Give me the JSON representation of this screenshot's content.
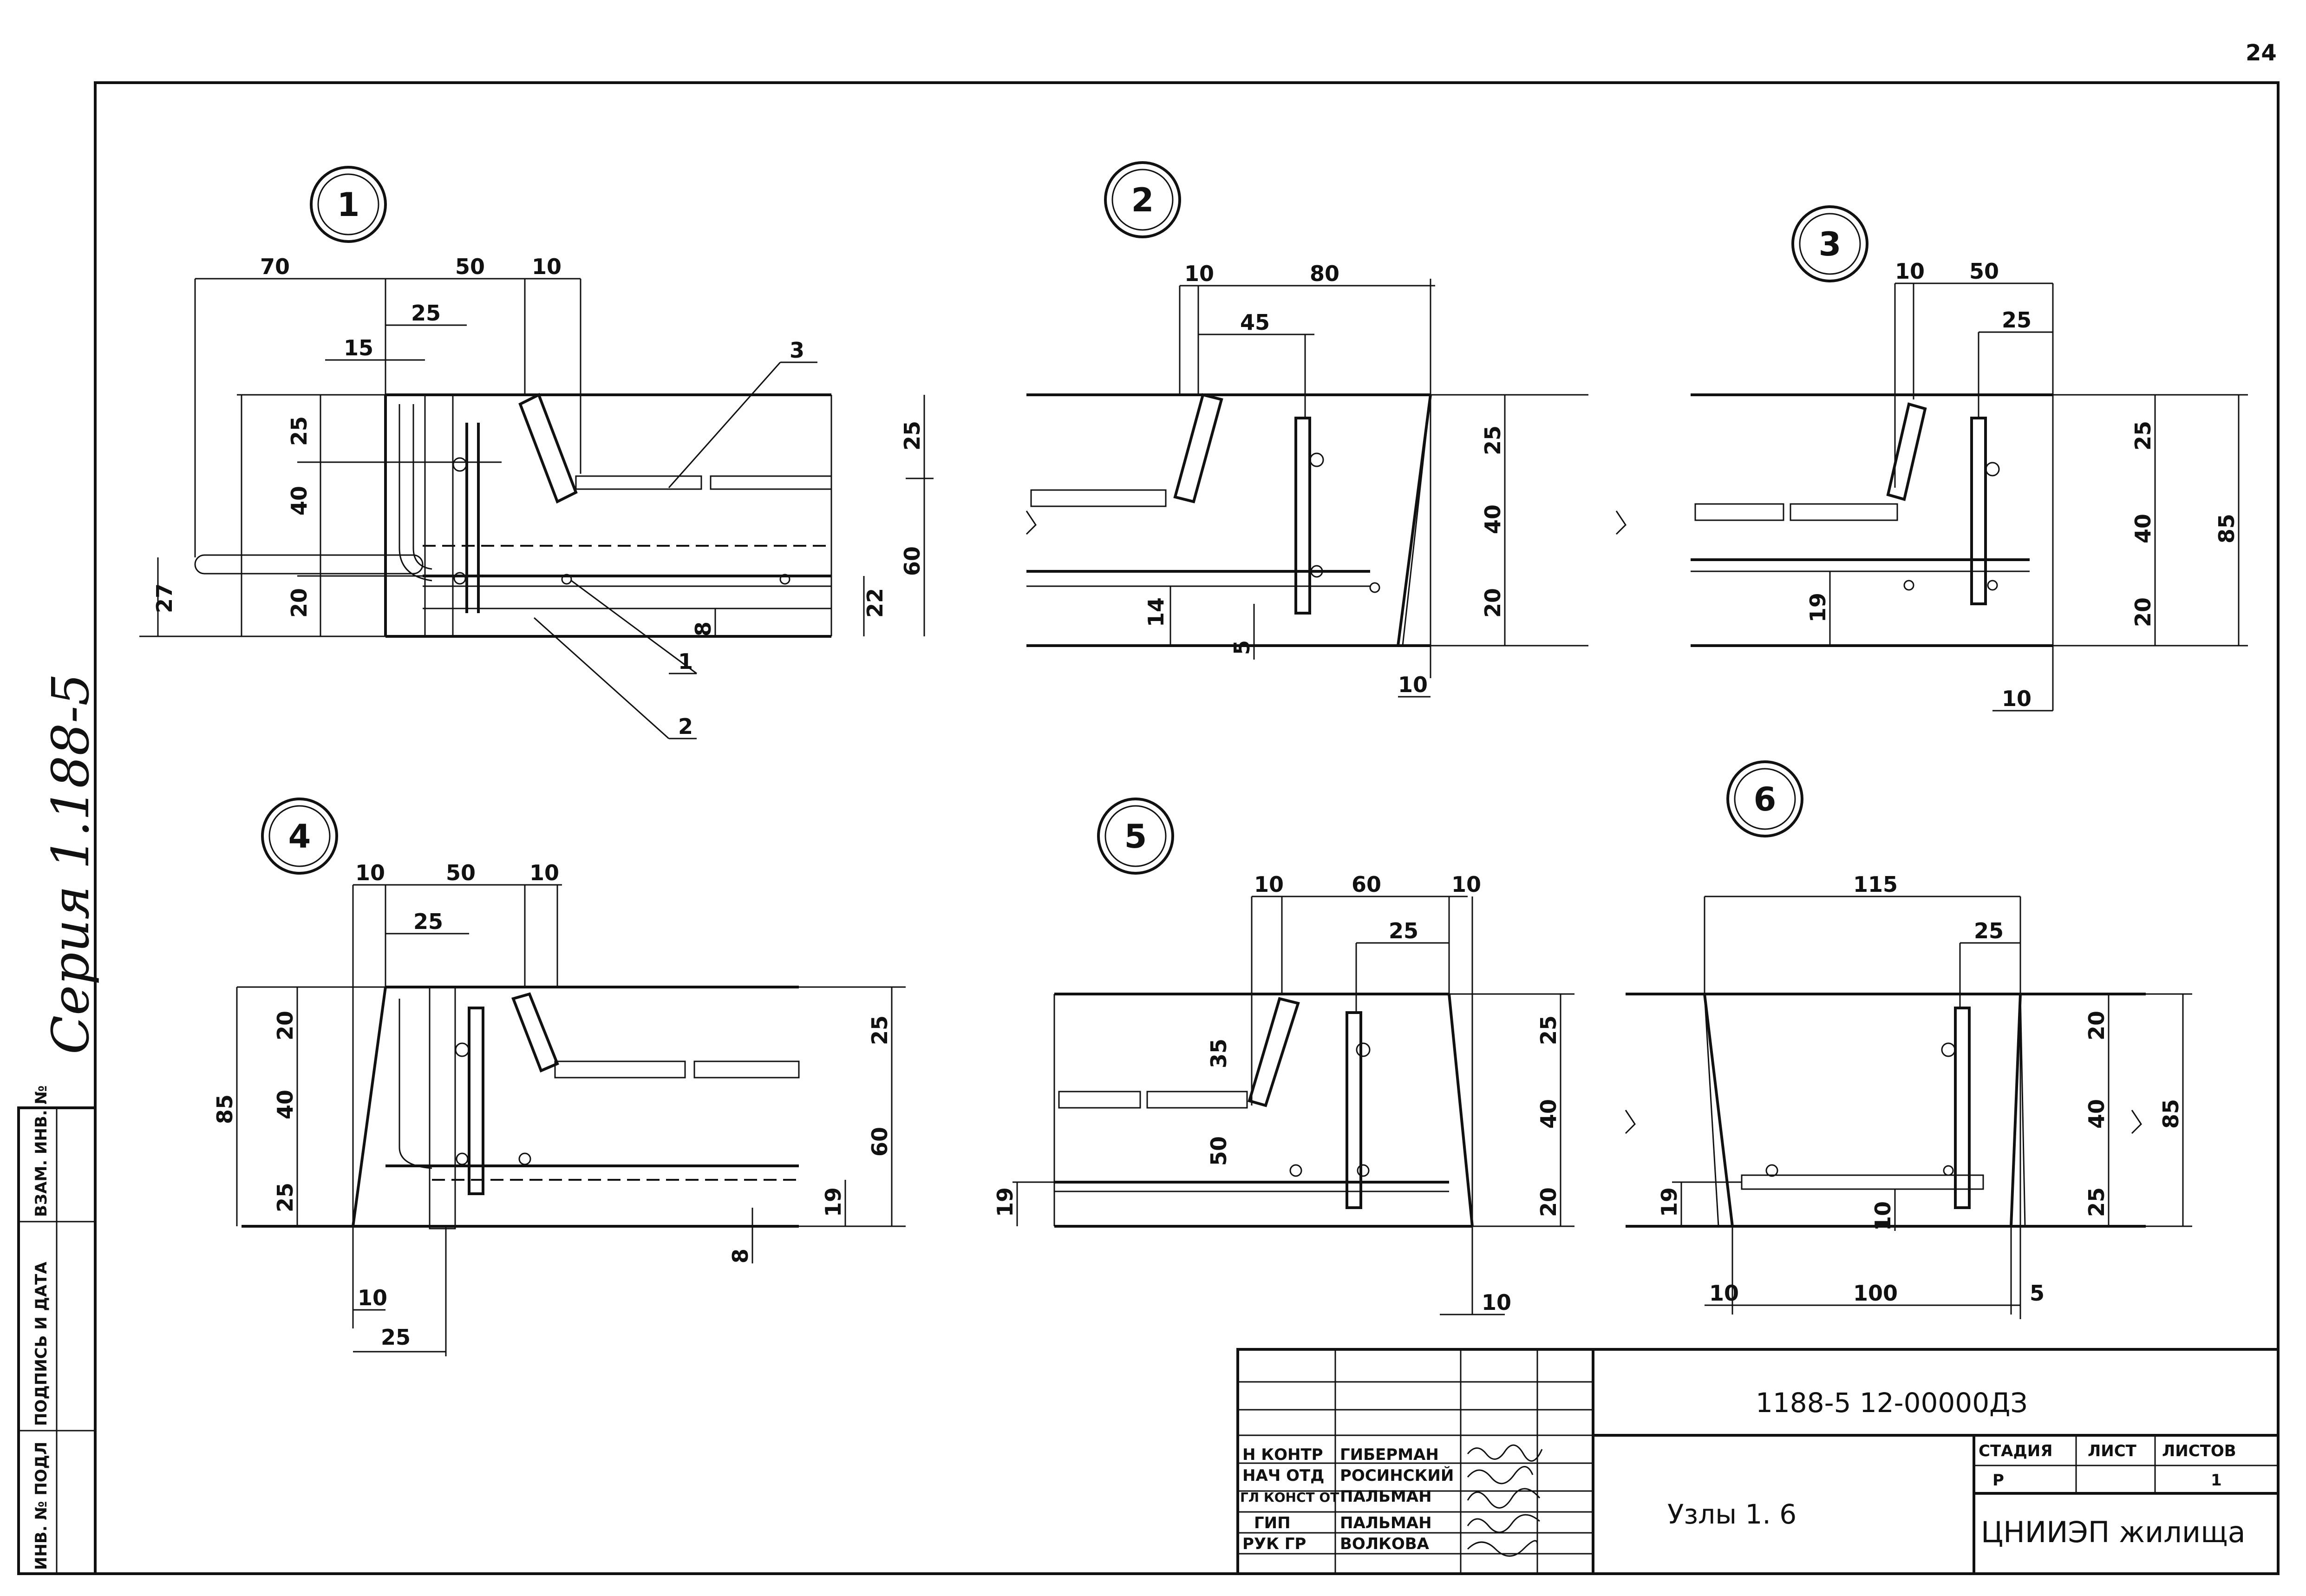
{
  "page": {
    "number": "24",
    "series_note": "Серия 1.188-5"
  },
  "side_stamp": {
    "inv_no": "ИНВ. № ПОДЛ",
    "signature_date": "ПОДПИСЬ И ДАТА",
    "replace_inv": "ВЗАМ. ИНВ. №"
  },
  "nodes": [
    {
      "number": "1",
      "dims": [
        "70",
        "50",
        "10",
        "25",
        "15",
        "25",
        "40",
        "20",
        "27",
        "25",
        "60",
        "22",
        "8"
      ],
      "callouts": [
        "3",
        "1",
        "2"
      ]
    },
    {
      "number": "2",
      "dims": [
        "10",
        "80",
        "45",
        "25",
        "40",
        "20",
        "14",
        "5",
        "10"
      ]
    },
    {
      "number": "3",
      "dims": [
        "10",
        "50",
        "25",
        "25",
        "40",
        "85",
        "20",
        "19",
        "10"
      ]
    },
    {
      "number": "4",
      "dims": [
        "10",
        "50",
        "10",
        "25",
        "20",
        "40",
        "25",
        "85",
        "25",
        "60",
        "19",
        "8",
        "10",
        "25"
      ]
    },
    {
      "number": "5",
      "dims": [
        "10",
        "60",
        "10",
        "25",
        "35",
        "50",
        "19",
        "25",
        "40",
        "20",
        "10"
      ]
    },
    {
      "number": "6",
      "dims": [
        "115",
        "25",
        "20",
        "40",
        "85",
        "25",
        "19",
        "10",
        "10",
        "100",
        "5"
      ]
    }
  ],
  "title_block": {
    "doc_code": "1188-5 12-00000ДЗ",
    "title": "Узлы 1. 6",
    "roles": [
      "Н КОНТР",
      "НАЧ ОТД",
      "ГЛ КОНСТ ОТ",
      "ГИП",
      "РУК ГР"
    ],
    "names": [
      "ГИБЕРМАН",
      "РОСИНСКИЙ",
      "ПАЛЬМАН",
      "ПАЛЬМАН",
      "ВОЛКОВА"
    ],
    "stage_label": "СТАДИЯ",
    "sheet_label": "ЛИСТ",
    "sheets_label": "ЛИСТОВ",
    "stage_value": "Р",
    "sheets_value": "1",
    "org": "ЦНИИЭП жилища"
  }
}
